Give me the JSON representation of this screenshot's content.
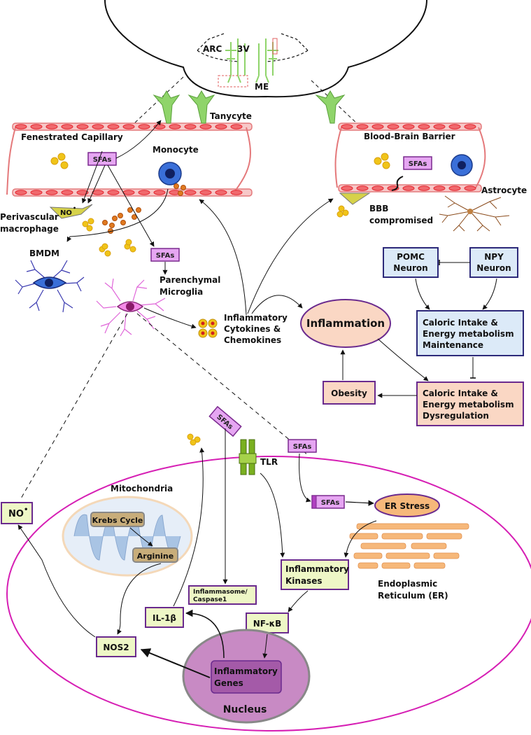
{
  "brain": {
    "arc": "ARC",
    "third_ventricle": "3V",
    "me": "ME"
  },
  "capillary": {
    "fenestrated": "Fenestrated Capillary",
    "tanycyte": "Tanycyte",
    "monocyte": "Monocyte",
    "perivascular_line1": "Perivascular",
    "perivascular_line2": "macrophage",
    "bmdm": "BMDM",
    "parenchymal_line1": "Parenchymal",
    "parenchymal_line2": "Microglia"
  },
  "bbb": {
    "title": "Blood-Brain Barrier",
    "astrocyte": "Astrocyte",
    "compromised_line1": "BBB",
    "compromised_line2": "compromised"
  },
  "sfas": "SFAs",
  "no_label": "NO",
  "no_dot": "•",
  "cytokines": {
    "line1": "Inflammatory",
    "line2": "Cytokines &",
    "line3": "Chemokines"
  },
  "inflammation": "Inflammation",
  "obesity": "Obesity",
  "pomc": {
    "line1": "POMC",
    "line2": "Neuron"
  },
  "npy": {
    "line1": "NPY",
    "line2": "Neuron"
  },
  "maintenance": {
    "line1": "Caloric Intake &",
    "line2": "Energy metabolism",
    "line3": "Maintenance"
  },
  "dysregulation": {
    "line1": "Caloric Intake &",
    "line2": "Energy metabolism",
    "line3": "Dysregulation"
  },
  "cell": {
    "tlr": "TLR",
    "mitochondria": "Mitochondria",
    "krebs": "Krebs Cycle",
    "arginine": "Arginine",
    "er_stress": "ER Stress",
    "er_line1": "Endoplasmic",
    "er_line2": "Reticulum (ER)",
    "kinases_line1": "Inflammatory",
    "kinases_line2": "Kinases",
    "inflammasome_line1": "Inflammasome/",
    "inflammasome_line2": "Caspase1",
    "il1b": "IL-1β",
    "nfkb": "NF-κB",
    "nos2": "NOS2",
    "genes_line1": "Inflammatory",
    "genes_line2": "Genes",
    "nucleus": "Nucleus"
  },
  "colors": {
    "capillary_wall": "#e4787a",
    "rbc": "#e5262f",
    "rbc_fill": "#f06a6e",
    "tanycyte": "#8fd46a",
    "sfas_fill": "#e6a6f2",
    "sfas_stroke": "#7a2a8e",
    "purple_outline": "#6a2a8e",
    "peach": "#fad7c4",
    "light_blue": "#dceaf8",
    "navy": "#2d2a7a",
    "light_green": "#eef7c6",
    "cell_membrane": "#d61fb4",
    "mito": "#a9c4e4",
    "nucleus": "#c88ac4",
    "er": "#f6b87a",
    "microglia": "#e066d9",
    "bmdm": "#3a3ab0",
    "cytokine_dot": "#f0c419"
  }
}
